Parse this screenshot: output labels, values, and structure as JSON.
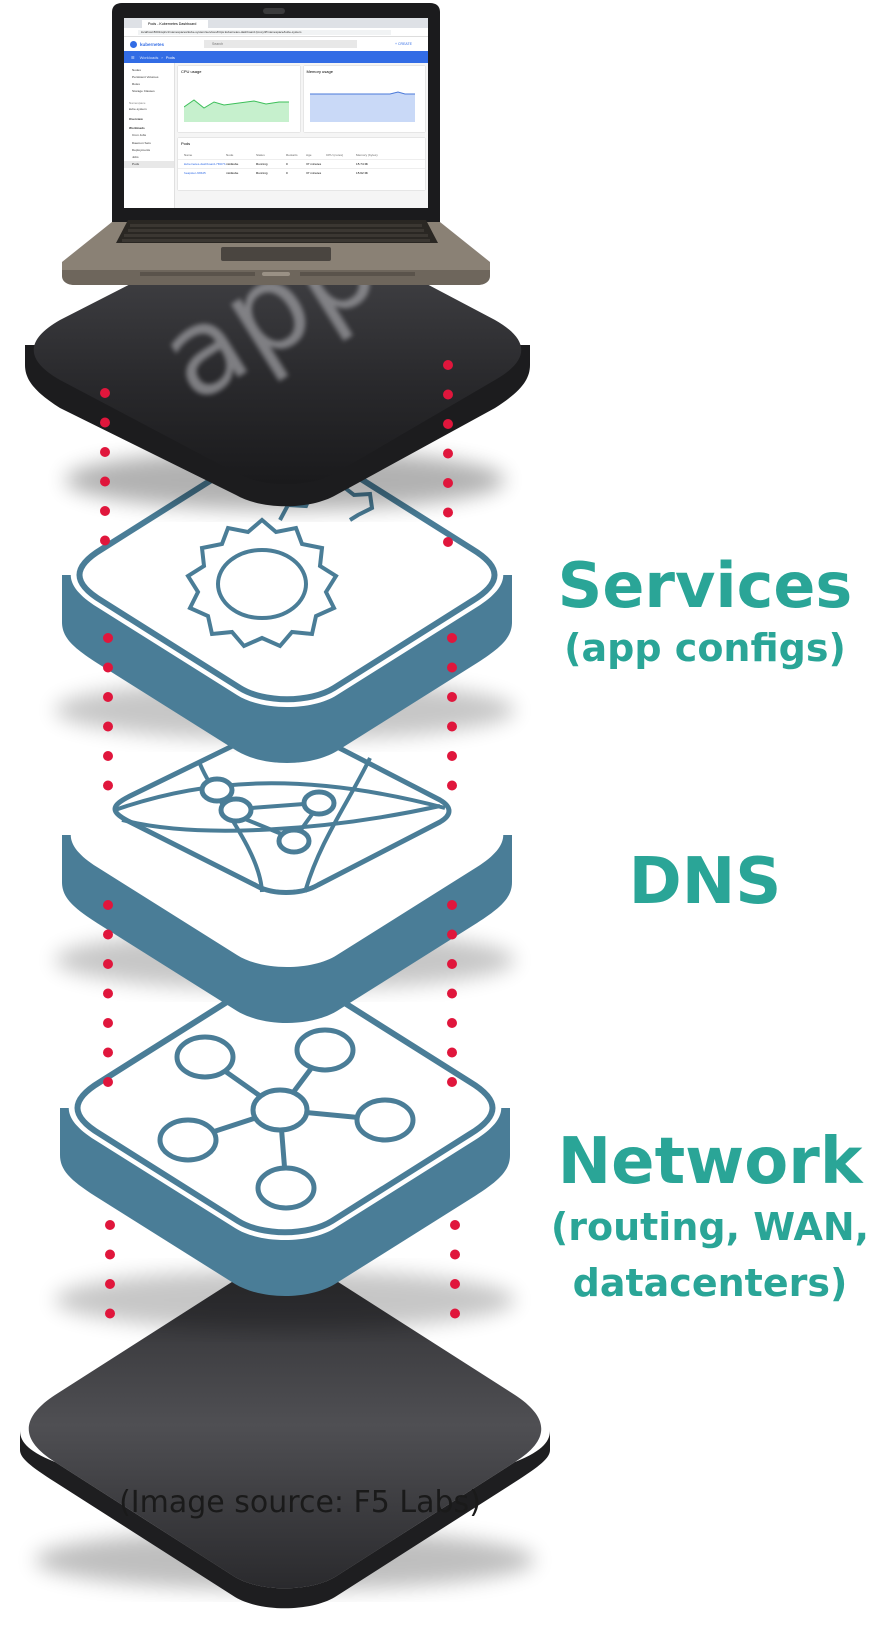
{
  "layers": [
    {
      "id": "app",
      "text": "app"
    },
    {
      "id": "services",
      "title": "Services",
      "subtitle": "(app configs)",
      "icon": "gears-icon"
    },
    {
      "id": "dns",
      "title": "DNS",
      "icon": "map-network-icon"
    },
    {
      "id": "network",
      "title": "Network",
      "subtitle_line1": "(routing, WAN,",
      "subtitle_line2": "datacenters)",
      "icon": "hub-network-icon"
    },
    {
      "id": "base"
    }
  ],
  "laptop": {
    "brand": "kubernetes",
    "tab_title": "Pods - Kubernetes Dashboard",
    "url": "localhost:8001/api/v1/namespaces/kube-system/services/https:kubernetes-dashboard:/proxy/#!/namespace/kube-system",
    "search_placeholder": "Search",
    "create_label": "+ CREATE",
    "breadcrumb_1": "Workloads",
    "breadcrumb_2": "Pods",
    "sidebar_items": [
      "Nodes",
      "Persistent Volumes",
      "Roles",
      "Storage Classes",
      "Namespace",
      "kube-system",
      "Overview",
      "Workloads",
      "Cron Jobs",
      "Daemon Sets",
      "Deployments",
      "Jobs",
      "Pods"
    ],
    "cpu_title": "CPU usage",
    "mem_title": "Memory usage",
    "pods_title": "Pods",
    "table_headers": [
      "Name",
      "Node",
      "Status",
      "Restarts",
      "Age",
      "CPU (cores)",
      "Memory (bytes)"
    ],
    "rows": [
      {
        "name": "kubernetes-dashboard-7fb67b",
        "node": "minikube",
        "status": "Running",
        "restarts": "0",
        "age": "37 minutes",
        "mem": "15.74 Mi"
      },
      {
        "name": "heapster-6b5d5",
        "node": "minikube",
        "status": "Running",
        "restarts": "0",
        "age": "37 minutes",
        "mem": "15.62 Mi"
      }
    ],
    "colors": {
      "header": "#326ce5",
      "cpu_fill": "#c6f0cd",
      "cpu_line": "#3dbf5a",
      "mem_fill": "#c9d9f7",
      "mem_line": "#4a79d8"
    }
  },
  "connector_color": "#e0163c",
  "layer_side_color": "#4a7d97",
  "label_color": "#2aa597",
  "caption": "(Image source: F5 Labs)"
}
